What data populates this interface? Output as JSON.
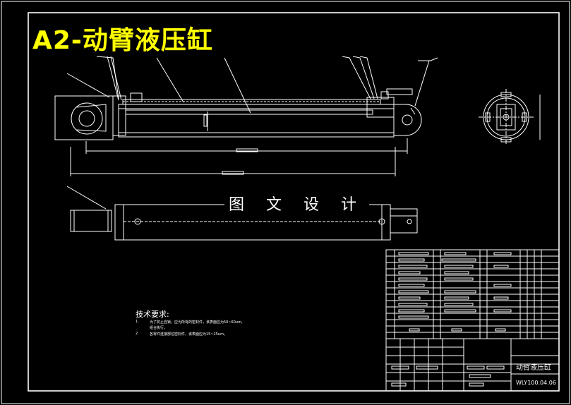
{
  "drawing": {
    "title": "A2-动臂液压缸",
    "watermark": "图 文 设 计",
    "tech_requirements": {
      "heading": "技术要求:",
      "notes": [
        {
          "num": "1.",
          "lines": [
            "为了防止自锁，应为所有的密封件，该表面应为50~60um,",
            "组合执行。"
          ]
        },
        {
          "num": "2.",
          "lines": [
            "各零件连接部位密封件，该表面应为15~25um。"
          ]
        }
      ]
    },
    "title_block": {
      "part_name": "动臂液压缸",
      "drawing_code": "WLY100.04.06"
    }
  },
  "colors": {
    "background": "#000000",
    "line": "#ffffff",
    "title": "#ffff00"
  }
}
